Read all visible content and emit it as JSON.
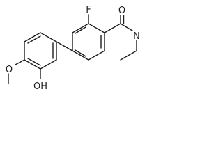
{
  "molecule": {
    "atoms": {
      "fluorine": "F",
      "carbonyl_oxygen": "O",
      "amide_nitrogen": "N",
      "methoxy_oxygen": "O",
      "hydroxyl": "OH"
    }
  },
  "colors": {
    "ink": "#1c1c1c",
    "background": "#ffffff"
  }
}
